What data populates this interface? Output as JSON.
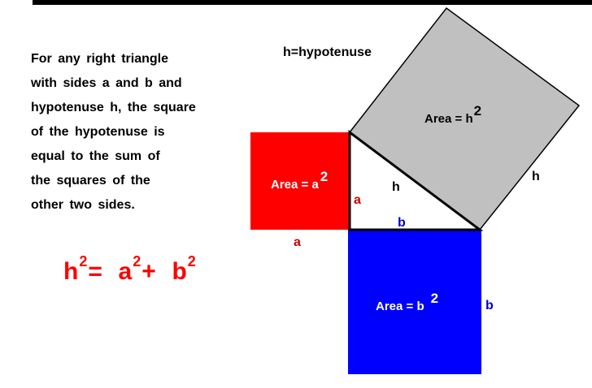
{
  "statement_lines": [
    "For any right triangle",
    "with sides a and b and",
    "hypotenuse h, the square",
    "of the hypotenuse is",
    "equal to the sum of",
    "the squares of the",
    "other two sides."
  ],
  "formula": {
    "h": "h",
    "h_exp": "2",
    "eq": "=",
    "a": "a",
    "a_exp": "2",
    "plus": "+",
    "b": "b",
    "b_exp": "2"
  },
  "diagram": {
    "legend": "h=hypotenuse",
    "area_a_text": "Area = a",
    "area_a_exp": "2",
    "area_b_text": "Area = b",
    "area_b_exp": "2",
    "area_h_text": "Area = h",
    "area_h_exp": "2",
    "side_a_left": "a",
    "side_a_below": "a",
    "side_b_top": "b",
    "side_b_right": "b",
    "side_h_in": "h",
    "side_h_out": "h"
  },
  "colors": {
    "square_a": "#ff0000",
    "square_b": "#0000ff",
    "square_h": "#c0c0c0",
    "label_a": "#cc0000",
    "label_b": "#0000cc",
    "outline": "#000000"
  }
}
